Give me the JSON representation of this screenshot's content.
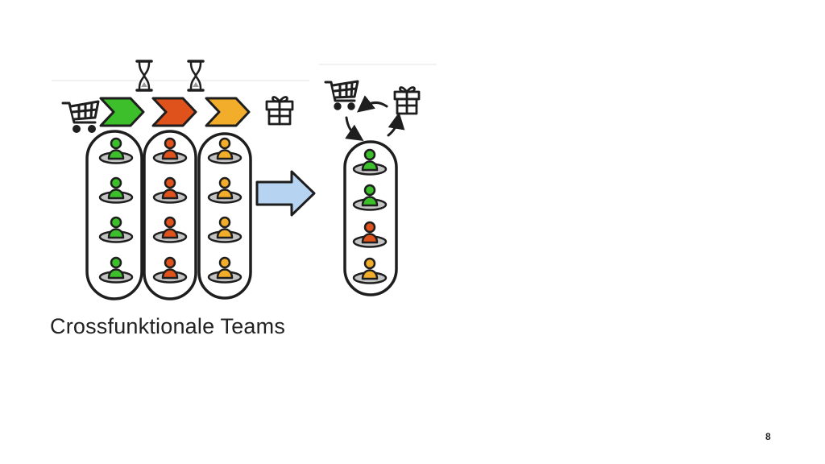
{
  "slide": {
    "caption": "Crossfunktionale Teams",
    "page_number": "8"
  },
  "colors": {
    "green": "#3cbf2a",
    "red": "#e0521c",
    "orange": "#f2ae2b",
    "arrow_blue": "#b7d3f2",
    "outline": "#1e1e1e",
    "base_gray": "#c4c4c4"
  },
  "diagram": {
    "left": {
      "icons": [
        "cart-icon",
        "hourglass-icon",
        "hourglass-icon",
        "gift-icon"
      ],
      "chevrons": [
        "green",
        "red",
        "orange"
      ],
      "columns": [
        {
          "color": "green",
          "people": 4
        },
        {
          "color": "red",
          "people": 4
        },
        {
          "color": "orange",
          "people": 4
        }
      ]
    },
    "transition_arrow": "arrow-right-icon",
    "right": {
      "icons": [
        "cart-icon",
        "cycle-arrows-icon",
        "gift-icon"
      ],
      "team": [
        "green",
        "green",
        "red",
        "orange"
      ]
    }
  }
}
